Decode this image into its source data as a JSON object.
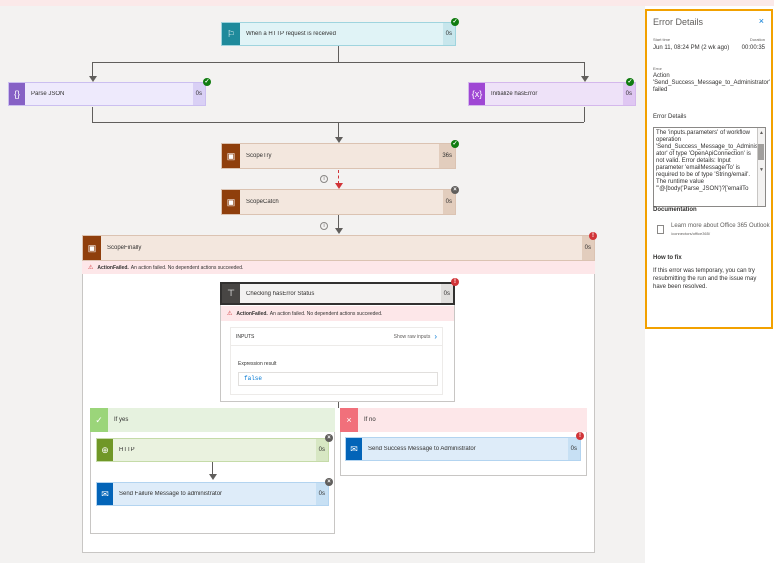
{
  "trigger": {
    "title": "When a HTTP request is received",
    "duration": "0s"
  },
  "parse_json": {
    "title": "Parse JSON",
    "duration": "0s"
  },
  "init_haserror": {
    "title": "Initialize hasError",
    "duration": "0s"
  },
  "scope_try": {
    "title": "ScopeTry",
    "duration": "36s"
  },
  "scope_catch": {
    "title": "ScopeCatch",
    "duration": "0s"
  },
  "scope_finally": {
    "title": "ScopeFinally",
    "duration": "0s",
    "fail_bold": "ActionFailed.",
    "fail_text": "An action failed. No dependent actions succeeded."
  },
  "condition": {
    "title": "Checking hasError Status",
    "duration": "0s",
    "fail_bold": "ActionFailed.",
    "fail_text": "An action failed. No dependent actions succeeded.",
    "inputs_label": "INPUTS",
    "show_raw": "Show raw inputs",
    "expr_label": "Expression result",
    "expr_value": "false"
  },
  "if_yes": {
    "label": "If yes"
  },
  "if_no": {
    "label": "If no"
  },
  "http": {
    "title": "HTTP",
    "duration": "0s"
  },
  "send_failure": {
    "title": "Send Failure Message to administrator",
    "duration": "0s"
  },
  "send_success": {
    "title": "Send Success Message to Administrator",
    "duration": "0s"
  },
  "error_panel": {
    "title": "Error Details",
    "start_time_label": "Start time",
    "start_time": "Jun 11, 08:24 PM (2 wk ago)",
    "duration_label": "Duration",
    "duration": "00:00:35",
    "error_label": "Error",
    "error_action": "Action",
    "error_name": "'Send_Success_Message_to_Administrator'",
    "error_failed": "failed",
    "details_label": "Error Details",
    "details_text": "The 'inputs.parameters' of workflow operation 'Send_Success_Message_to_Administr ator' of type 'OpenApiConnection' is not valid. Error details: Input parameter 'emailMessage/To' is required to be of type 'String/email'. The runtime value '\"@{body('Parse_JSON')?['emailTo",
    "documentation_label": "Documentation",
    "doc_link": "Learn more about Office 365 Outlook",
    "doc_sub": "/connectors/office365/",
    "how_to_fix": "How to fix",
    "fix_text": "If this error was temporary, you can try resubmitting the run and the issue may have been resolved."
  },
  "colors": {
    "accent_orange": "#f2a100",
    "error_red": "#d13438",
    "success_green": "#107c10"
  }
}
